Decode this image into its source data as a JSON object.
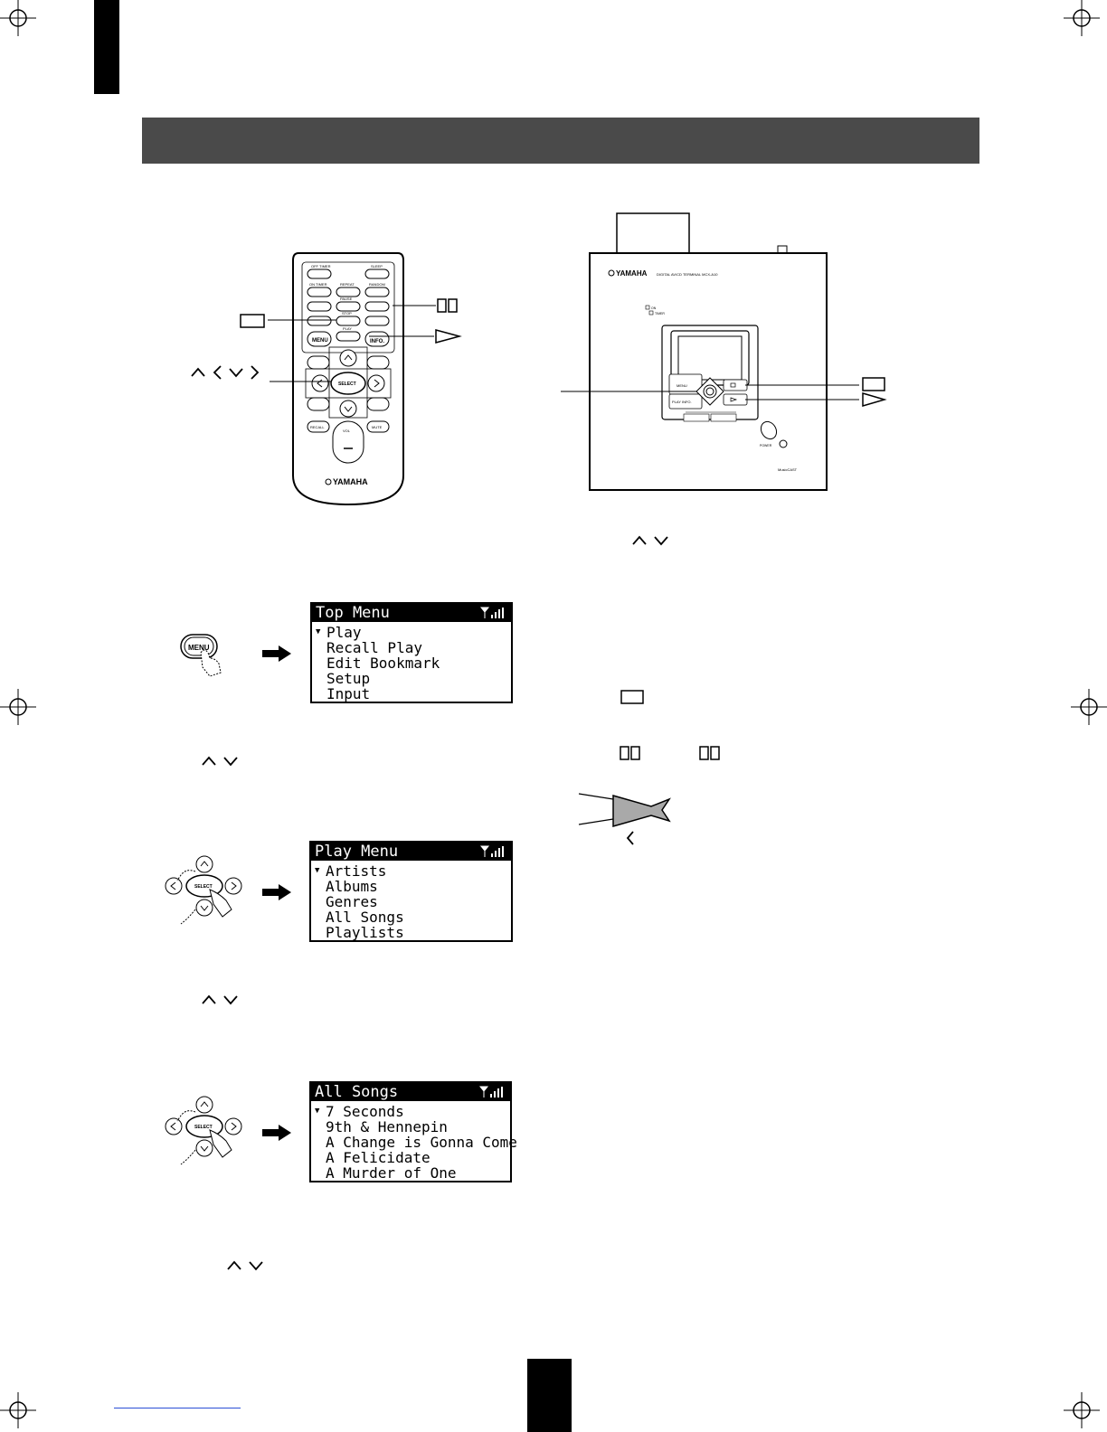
{
  "header_bar": {
    "color": "#4a4a4a"
  },
  "remote": {
    "brand": "YAMAHA",
    "buttons": {
      "off_timer": "OFF TIMER",
      "sleep": "SLEEP",
      "on_timer": "ON TIMER",
      "repeat": "REPEAT",
      "random": "RANDOM",
      "pause": "PAUSE",
      "stop": "STOP",
      "play": "PLAY",
      "menu": "MENU",
      "info": "INFO.",
      "select": "SELECT",
      "recall": "RECALL",
      "mute": "MUTE",
      "vol": "VOL"
    }
  },
  "device": {
    "brand": "YAMAHA",
    "model": "DIGITAL AV/CD TERMINAL MCX-A10",
    "on_label": "ON",
    "timer_label": "TIMER",
    "menu_label": "MENU",
    "play_info_label": "PLAY INFO.",
    "power_label": "POWER",
    "logo_text": "MusicCAST"
  },
  "steps": {
    "menu_button": "MENU",
    "select_button": "SELECT"
  },
  "screens": {
    "top_menu": {
      "title": "Top Menu",
      "items": [
        "Play",
        "Recall Play",
        "Edit Bookmark",
        "Setup",
        "Input"
      ]
    },
    "play_menu": {
      "title": "Play Menu",
      "items": [
        "Artists",
        "Albums",
        "Genres",
        "All Songs",
        "Playlists"
      ]
    },
    "all_songs": {
      "title": "All Songs",
      "items": [
        "7 Seconds",
        "9th & Hennepin",
        "A Change is Gonna Come",
        "A Felicidate",
        "A Murder of One"
      ]
    }
  }
}
